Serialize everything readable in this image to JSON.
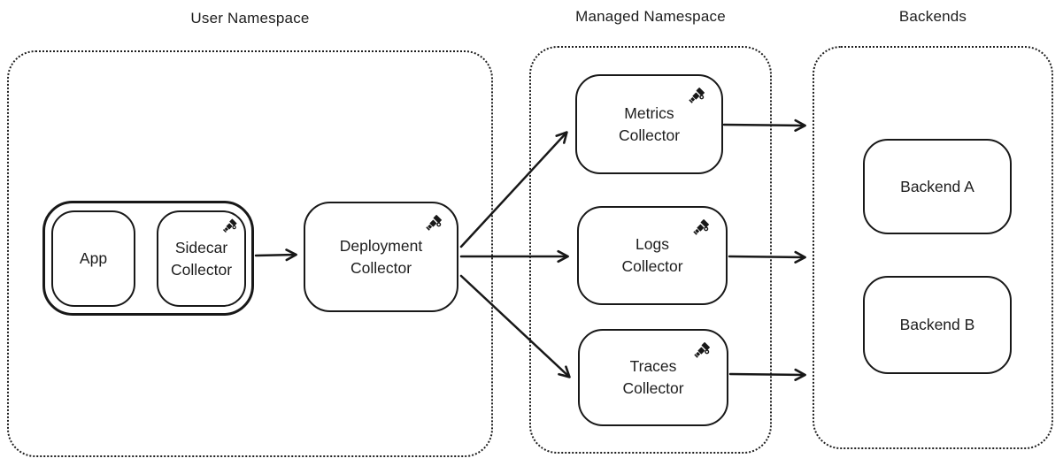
{
  "colors": {
    "stroke": "#181818",
    "dotted_border": "#1f1f1f",
    "text": "#1d1d1d",
    "background": "#ffffff"
  },
  "containers": {
    "user_namespace": {
      "title": "User Namespace"
    },
    "managed_namespace": {
      "title": "Managed Namespace"
    },
    "backends": {
      "title": "Backends"
    }
  },
  "nodes": {
    "app": {
      "label": "App"
    },
    "sidecar_collector": {
      "label": "Sidecar Collector",
      "icon": "telescope-icon"
    },
    "deployment_collector": {
      "label": "Deployment Collector",
      "icon": "telescope-icon"
    },
    "metrics_collector": {
      "label": "Metrics Collector",
      "icon": "telescope-icon"
    },
    "logs_collector": {
      "label": "Logs Collector",
      "icon": "telescope-icon"
    },
    "traces_collector": {
      "label": "Traces Collector",
      "icon": "telescope-icon"
    },
    "backend_a": {
      "label": "Backend A"
    },
    "backend_b": {
      "label": "Backend B"
    }
  },
  "edges": [
    {
      "from": "app",
      "to": "sidecar_collector"
    },
    {
      "from": "sidecar_collector",
      "to": "deployment_collector"
    },
    {
      "from": "deployment_collector",
      "to": "metrics_collector"
    },
    {
      "from": "deployment_collector",
      "to": "logs_collector"
    },
    {
      "from": "deployment_collector",
      "to": "traces_collector"
    },
    {
      "from": "metrics_collector",
      "to": "backends"
    },
    {
      "from": "logs_collector",
      "to": "backends"
    },
    {
      "from": "traces_collector",
      "to": "backends"
    }
  ]
}
